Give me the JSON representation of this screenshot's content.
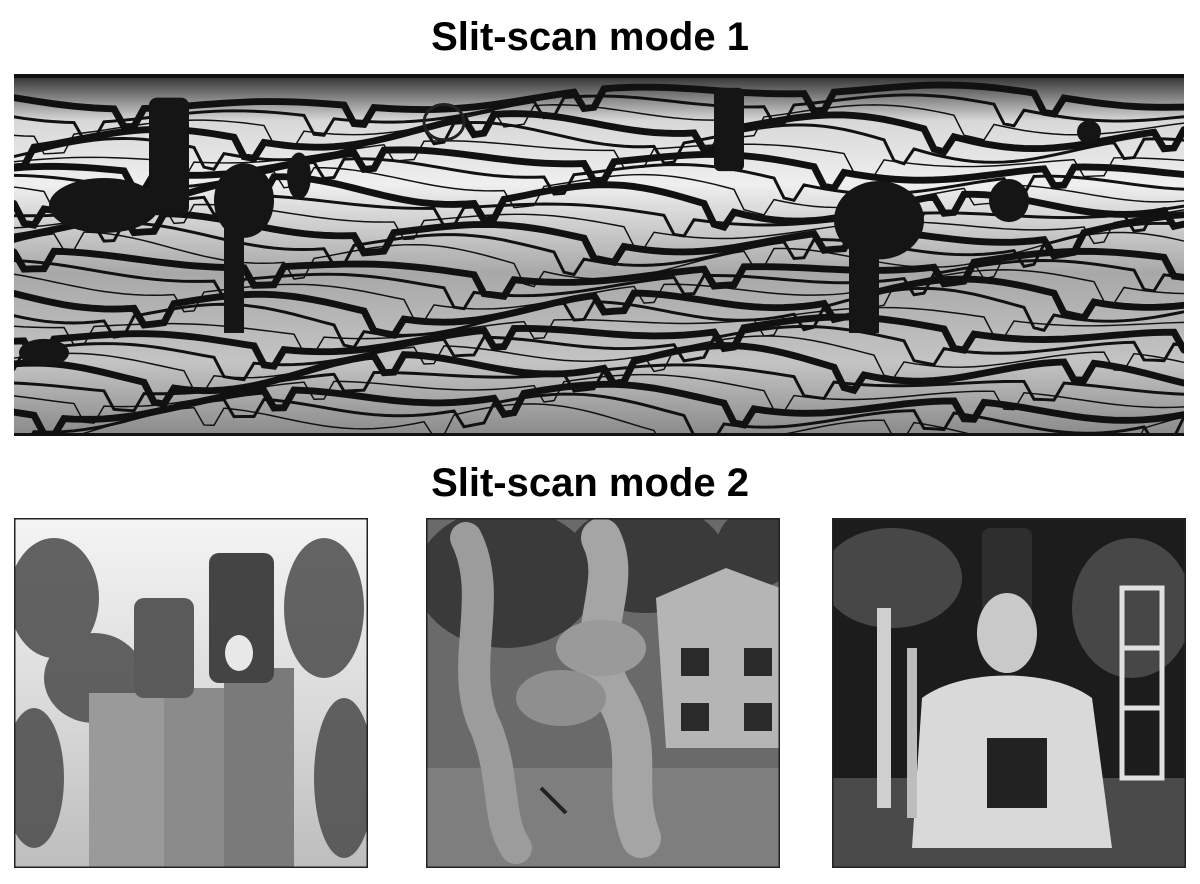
{
  "figure": {
    "section_1": {
      "title": "Slit-scan mode 1"
    },
    "section_2": {
      "title": "Slit-scan mode 2"
    }
  },
  "images": {
    "panorama": "slit-scan-wave-distorted-grayscale-strip",
    "thumbnails": [
      "slit-scan-tree-trunks-bright-foliage",
      "slit-scan-hanging-figures-house-garden",
      "slit-scan-person-dark-background"
    ]
  },
  "colors": {
    "background": "#ffffff",
    "text": "#000000",
    "frame": "#111111"
  }
}
